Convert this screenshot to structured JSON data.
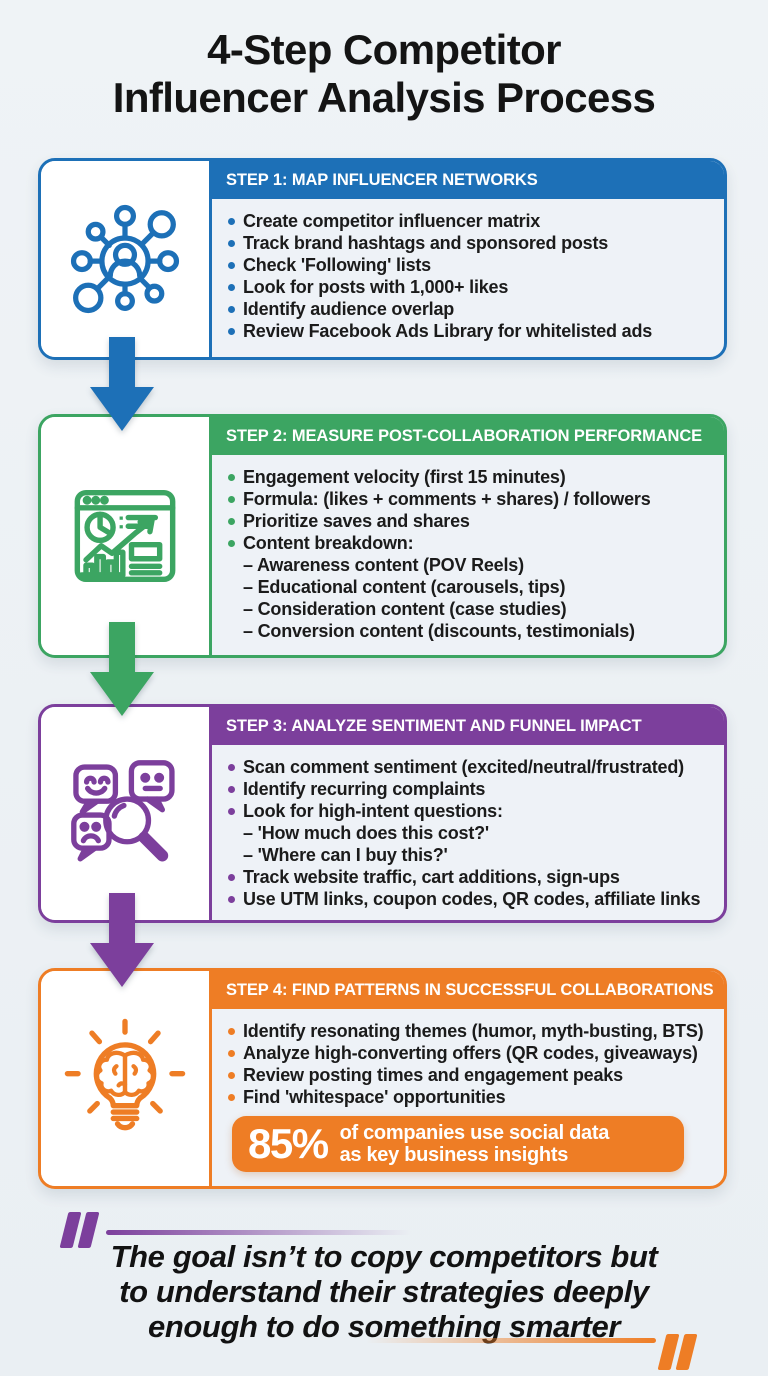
{
  "title": {
    "line1": "4-Step Competitor",
    "line2": "Influencer Analysis Process"
  },
  "steps": [
    {
      "color": "#1d70b7",
      "icon": "network-icon",
      "header": "STEP 1: MAP INFLUENCER NETWORKS",
      "bullets": [
        {
          "text": "Create competitor influencer matrix",
          "level": 0
        },
        {
          "text": "Track brand hashtags and sponsored posts",
          "level": 0
        },
        {
          "text": "Check 'Following' lists",
          "level": 0
        },
        {
          "text": "Look for posts with 1,000+ likes",
          "level": 0
        },
        {
          "text": "Identify audience overlap",
          "level": 0
        },
        {
          "text": "Review Facebook Ads Library for whitelisted ads",
          "level": 0
        }
      ]
    },
    {
      "color": "#3ca562",
      "icon": "analytics-dashboard-icon",
      "header": "STEP 2: MEASURE POST-COLLABORATION PERFORMANCE",
      "bullets": [
        {
          "text": "Engagement velocity (first 15 minutes)",
          "level": 0
        },
        {
          "text": "Formula: (likes + comments + shares) / followers",
          "level": 0
        },
        {
          "text": "Prioritize saves and shares",
          "level": 0
        },
        {
          "text": "Content breakdown:",
          "level": 0
        },
        {
          "text": "– Awareness content (POV Reels)",
          "level": 1
        },
        {
          "text": "– Educational content (carousels, tips)",
          "level": 1
        },
        {
          "text": "– Consideration content (case studies)",
          "level": 1
        },
        {
          "text": "– Conversion content (discounts, testimonials)",
          "level": 1
        }
      ]
    },
    {
      "color": "#7c3f9c",
      "icon": "sentiment-search-icon",
      "header": "STEP 3: ANALYZE SENTIMENT AND FUNNEL IMPACT",
      "bullets": [
        {
          "text": "Scan comment sentiment (excited/neutral/frustrated)",
          "level": 0
        },
        {
          "text": "Identify recurring complaints",
          "level": 0
        },
        {
          "text": "Look for high-intent questions:",
          "level": 0
        },
        {
          "text": "– 'How much does this cost?'",
          "level": 1
        },
        {
          "text": "– 'Where can I buy this?'",
          "level": 1
        },
        {
          "text": "Track website traffic, cart additions, sign-ups",
          "level": 0
        },
        {
          "text": "Use UTM links, coupon codes, QR codes, affiliate links",
          "level": 0
        }
      ]
    },
    {
      "color": "#ee7d25",
      "icon": "bulb-brain-icon",
      "header": "STEP 4: FIND PATTERNS IN SUCCESSFUL COLLABORATIONS",
      "bullets": [
        {
          "text": "Identify resonating themes (humor, myth-busting, BTS)",
          "level": 0
        },
        {
          "text": "Analyze high-converting offers (QR codes, giveaways)",
          "level": 0
        },
        {
          "text": "Review posting times and engagement peaks",
          "level": 0
        },
        {
          "text": "Find 'whitespace' opportunities",
          "level": 0
        }
      ]
    }
  ],
  "stat": {
    "value": "85%",
    "line1": "of companies use social data",
    "line2": "as key business insights"
  },
  "quote": {
    "line1": "The goal isn’t to copy competitors but",
    "line2": "to understand their strategies deeply",
    "line3": "enough to do something smarter",
    "open_color": "#7c3f9c",
    "close_color": "#ee7d25"
  }
}
